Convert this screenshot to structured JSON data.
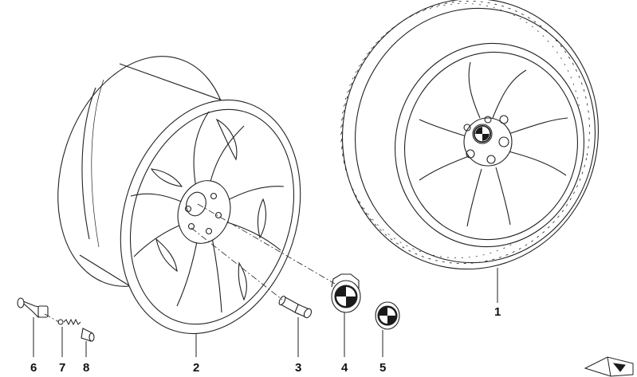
{
  "callouts": {
    "c1": "1",
    "c2": "2",
    "c3": "3",
    "c4": "4",
    "c5": "5",
    "c6": "6",
    "c7": "7",
    "c8": "8"
  },
  "colors": {
    "line": "#222222",
    "background": "#ffffff",
    "emblem_dark": "#1a1a1a",
    "emblem_light": "#ffffff"
  },
  "icons": {
    "corner": "folded-sheet-icon"
  }
}
